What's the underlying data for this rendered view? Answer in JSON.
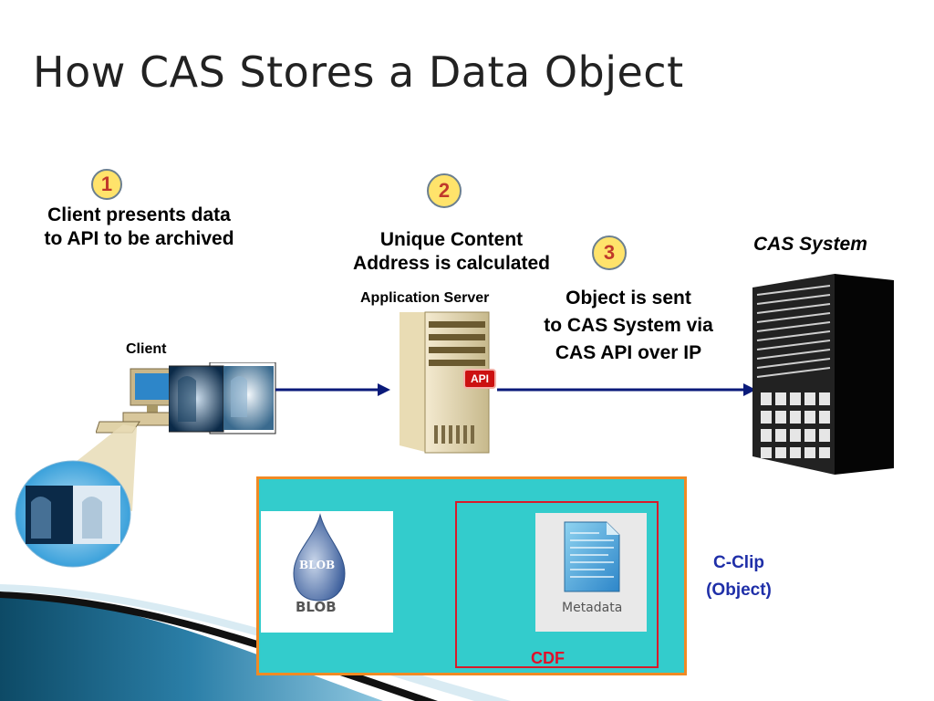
{
  "title": "How CAS Stores a Data Object",
  "steps": [
    {
      "number": "1",
      "text_line1": "Client presents data",
      "text_line2": "to API to be archived"
    },
    {
      "number": "2",
      "text_line1": "Unique Content",
      "text_line2": "Address is calculated"
    },
    {
      "number": "3",
      "text_line1": "Object is sent",
      "text_line2": "to CAS System via",
      "text_line3": "CAS API over IP"
    }
  ],
  "labels": {
    "client": "Client",
    "application_server": "Application Server",
    "api": "API",
    "cas_system": "CAS System",
    "blob": "BLOB",
    "blob_drop": "BLOB",
    "metadata": "Metadata",
    "cdf": "CDF",
    "cclip_line1": "C-Clip",
    "cclip_line2": "(Object)"
  },
  "colors": {
    "badge_fill": "#ffe36b",
    "badge_number": "#c0392b",
    "arrow": "#0a1a7a",
    "teal": "#33cccc",
    "orange_border": "#f08a24",
    "cdf_red": "#d81b2a",
    "cclip_blue": "#1f2fa8"
  }
}
